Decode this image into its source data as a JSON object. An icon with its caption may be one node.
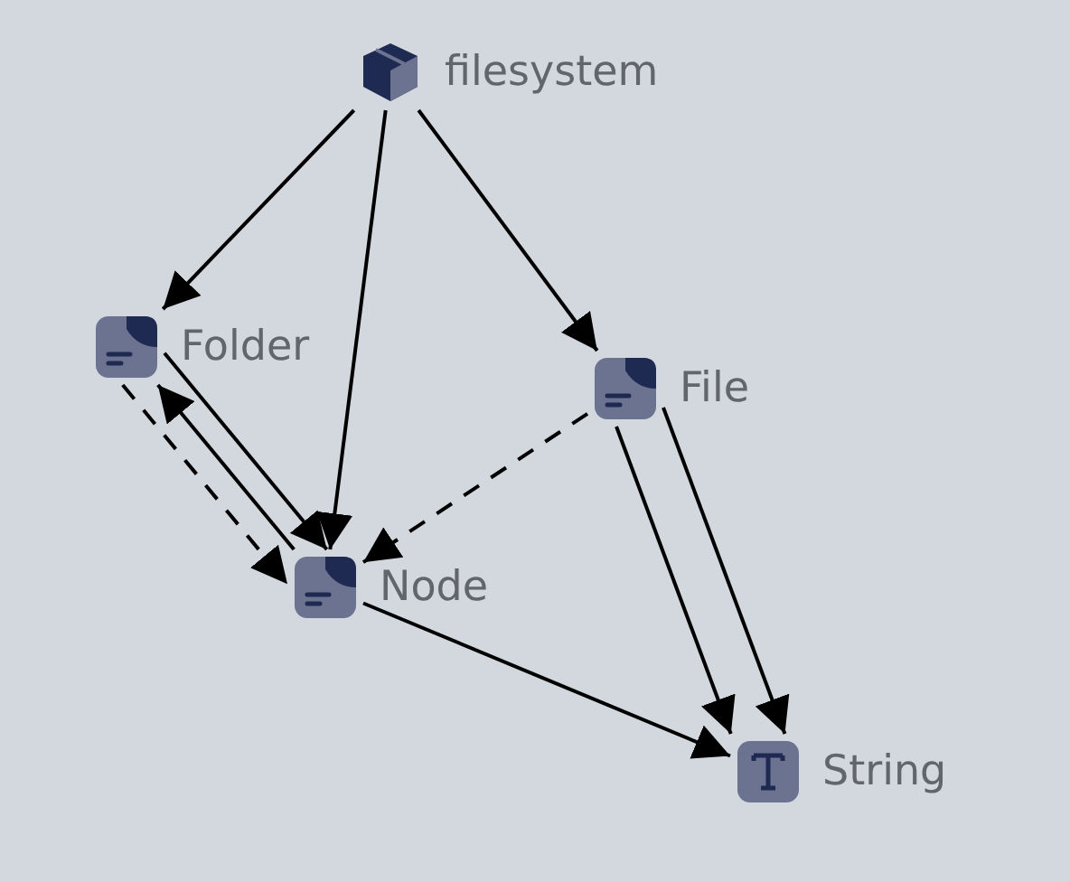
{
  "diagram": {
    "nodes": [
      {
        "text": [
          "filesystem"
        ]
      },
      {
        "text": [
          "Folder"
        ]
      },
      {
        "text": [
          "File"
        ]
      },
      {
        "text": [
          "Node"
        ]
      },
      {
        "text": [
          "String"
        ]
      }
    ],
    "edges": [
      {
        "from": 0,
        "to": 1,
        "arrow": "to"
      },
      {
        "from": 0,
        "to": 3,
        "arrow": "to"
      },
      {
        "from": 0,
        "to": 2,
        "arrow": "to"
      },
      {
        "from": 1,
        "to": 3,
        "arrow": "to"
      },
      {
        "from": 3,
        "to": 1,
        "arrow": "to"
      },
      {
        "from": 1,
        "to": 3,
        "arrow": "to",
        "style": "dashed"
      },
      {
        "from": 2,
        "to": 3,
        "arrow": "to",
        "style": "dashed"
      },
      {
        "from": 2,
        "to": 4,
        "arrow": "to"
      },
      {
        "from": 2,
        "to": 4,
        "arrow": "to"
      },
      {
        "from": 3,
        "to": 4,
        "arrow": "to"
      }
    ]
  }
}
